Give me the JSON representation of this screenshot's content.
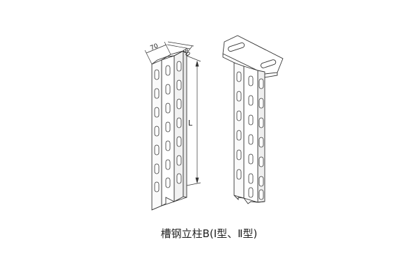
{
  "figure": {
    "dimension_width": "70",
    "dimension_depth": "80",
    "dimension_length": "L",
    "caption": "槽钢立柱B(Ⅰ型、Ⅱ型)"
  }
}
